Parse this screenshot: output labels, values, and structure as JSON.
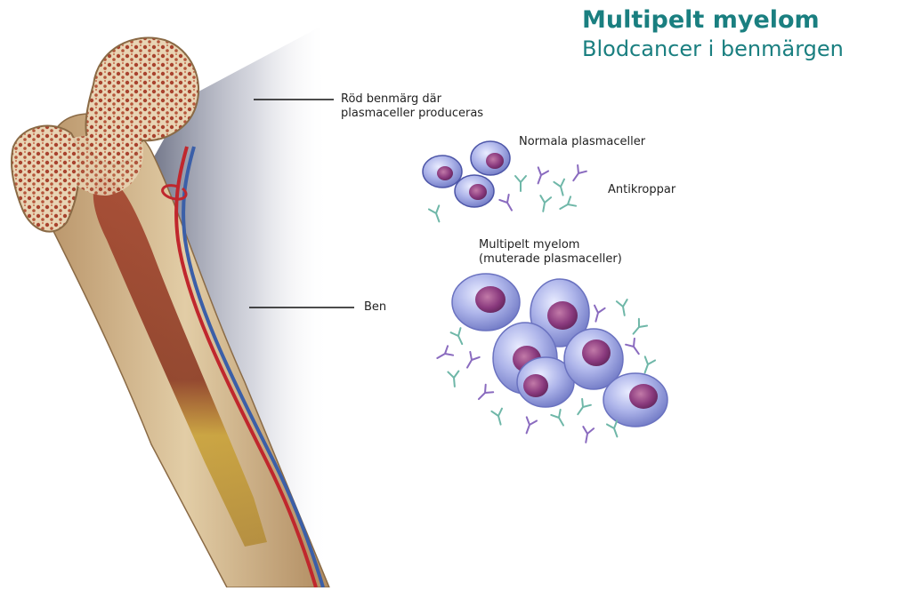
{
  "header": {
    "title": "Multipelt myelom",
    "subtitle": "Blodcancer i benmärgen"
  },
  "labels": {
    "red_marrow_line1": "Röd benmärg där",
    "red_marrow_line2": "plasmaceller produceras",
    "normal_plasma_cells": "Normala plasmaceller",
    "antibodies": "Antikroppar",
    "myeloma_line1": "Multipelt myelom",
    "myeloma_line2": "(muterade plasmaceller)",
    "bone": "Ben"
  },
  "colors": {
    "title": "#1a7f80",
    "bone_marrow": "#9b3a2a",
    "bone": "#d9c09a",
    "cell": "#8f97d8",
    "nucleus": "#7a2f73",
    "antibody_teal": "#6fb7a8",
    "antibody_purple": "#8a6bbf",
    "artery": "#c0272d",
    "vein": "#3b5fa8"
  }
}
